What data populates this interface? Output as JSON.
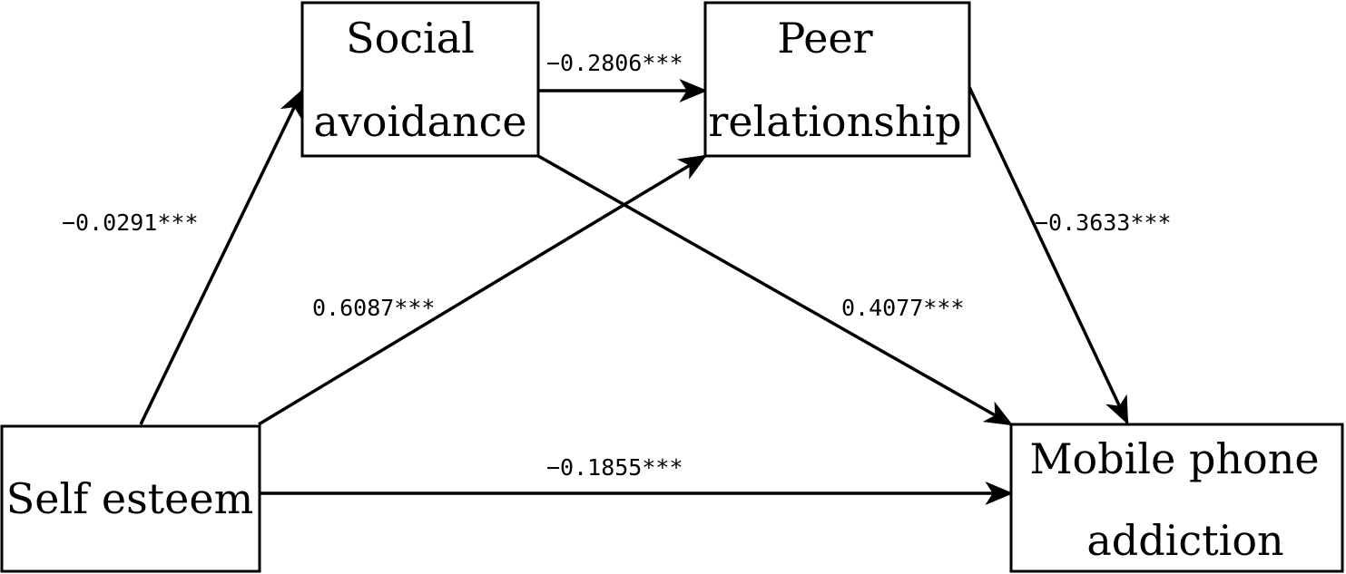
{
  "nodes": {
    "social_avoidance": {
      "line1": "Social",
      "line2": "avoidance"
    },
    "peer_relationship": {
      "line1": "Peer",
      "line2": "relationship"
    },
    "self_esteem": {
      "line1": "Self esteem"
    },
    "mobile_phone_addiction": {
      "line1": "Mobile phone",
      "line2": "addiction"
    }
  },
  "edges": {
    "self_to_social": {
      "label": "−0.0291***"
    },
    "social_to_peer": {
      "label": "−0.2806***"
    },
    "self_to_peer": {
      "label": "0.6087***"
    },
    "social_to_mobile": {
      "label": "0.4077***"
    },
    "peer_to_mobile": {
      "label": "−0.3633***"
    },
    "self_to_mobile": {
      "label": "−0.1855***"
    }
  }
}
